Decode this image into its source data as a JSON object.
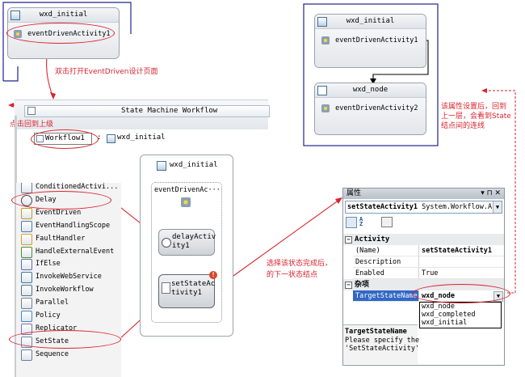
{
  "colors": {
    "annotation": "#d9232d",
    "selection": "#3168c6",
    "frame": "#22238f"
  },
  "top_left_view": {
    "state_title": "wxd_initial",
    "event_activity": "eventDrivenActivity1",
    "note": "双击打开EventDriven设计页面"
  },
  "top_right_view": {
    "state1_title": "wxd_initial",
    "state1_event": "eventDrivenActivity1",
    "state2_title": "wxd_node",
    "state2_event": "eventDrivenActivity2",
    "note_lines": [
      "该属性设置后，回到",
      "上一层，会看到State",
      "结点间的连线"
    ]
  },
  "designer": {
    "header": "State Machine Workflow",
    "back_note": "点击回到上级",
    "breadcrumb_root": "Workflow1",
    "breadcrumb_sep": ":",
    "breadcrumb_state": "wxd_initial",
    "state_title": "wxd_initial",
    "event_driven_title": "eventDrivenAc···",
    "delay_label_lines": [
      "delayActiv",
      "ity1"
    ],
    "setstate_label_lines": [
      "setStateAc",
      "tivity1"
    ],
    "center_note_lines": [
      "选择该状态完成后，",
      "的下一状态结点"
    ]
  },
  "toolbox": {
    "items": [
      {
        "label": "ConditionedActivi...",
        "icon": "conditioned-icon"
      },
      {
        "label": "Delay",
        "icon": "clock-icon"
      },
      {
        "label": "EventDriven",
        "icon": "event-driven-icon"
      },
      {
        "label": "EventHandlingScope",
        "icon": "event-scope-icon"
      },
      {
        "label": "FaultHandler",
        "icon": "fault-handler-icon"
      },
      {
        "label": "HandleExternalEvent",
        "icon": "handle-event-icon"
      },
      {
        "label": "IfElse",
        "icon": "ifelse-icon"
      },
      {
        "label": "InvokeWebService",
        "icon": "webservice-icon"
      },
      {
        "label": "InvokeWorkflow",
        "icon": "invoke-workflow-icon"
      },
      {
        "label": "Parallel",
        "icon": "parallel-icon"
      },
      {
        "label": "Policy",
        "icon": "policy-icon"
      },
      {
        "label": "Replicator",
        "icon": "replicator-icon"
      },
      {
        "label": "SetState",
        "icon": "setstate-icon"
      },
      {
        "label": "Sequence",
        "icon": "sequence-icon"
      }
    ]
  },
  "properties": {
    "window_title": "属性",
    "pin_glyphs": "▾ ⊓ ✕",
    "object_name": "setStateActivity1",
    "object_type": "System.Workflow.Ac",
    "category_activity": "Activity",
    "rows_activity": [
      {
        "name": "(Name)",
        "value": "setStateActivity1"
      },
      {
        "name": "Description",
        "value": ""
      },
      {
        "name": "Enabled",
        "value": "True"
      }
    ],
    "category_misc": "杂项",
    "target_state_label": "TargetStateName",
    "target_state_value": "wxd_node",
    "dropdown_options": [
      "wxd_node",
      "wxd_completed",
      "wxd_initial"
    ],
    "desc_title": "TargetStateName",
    "desc_lines": [
      "Please specify the",
      "'SetStateActivity'"
    ]
  }
}
